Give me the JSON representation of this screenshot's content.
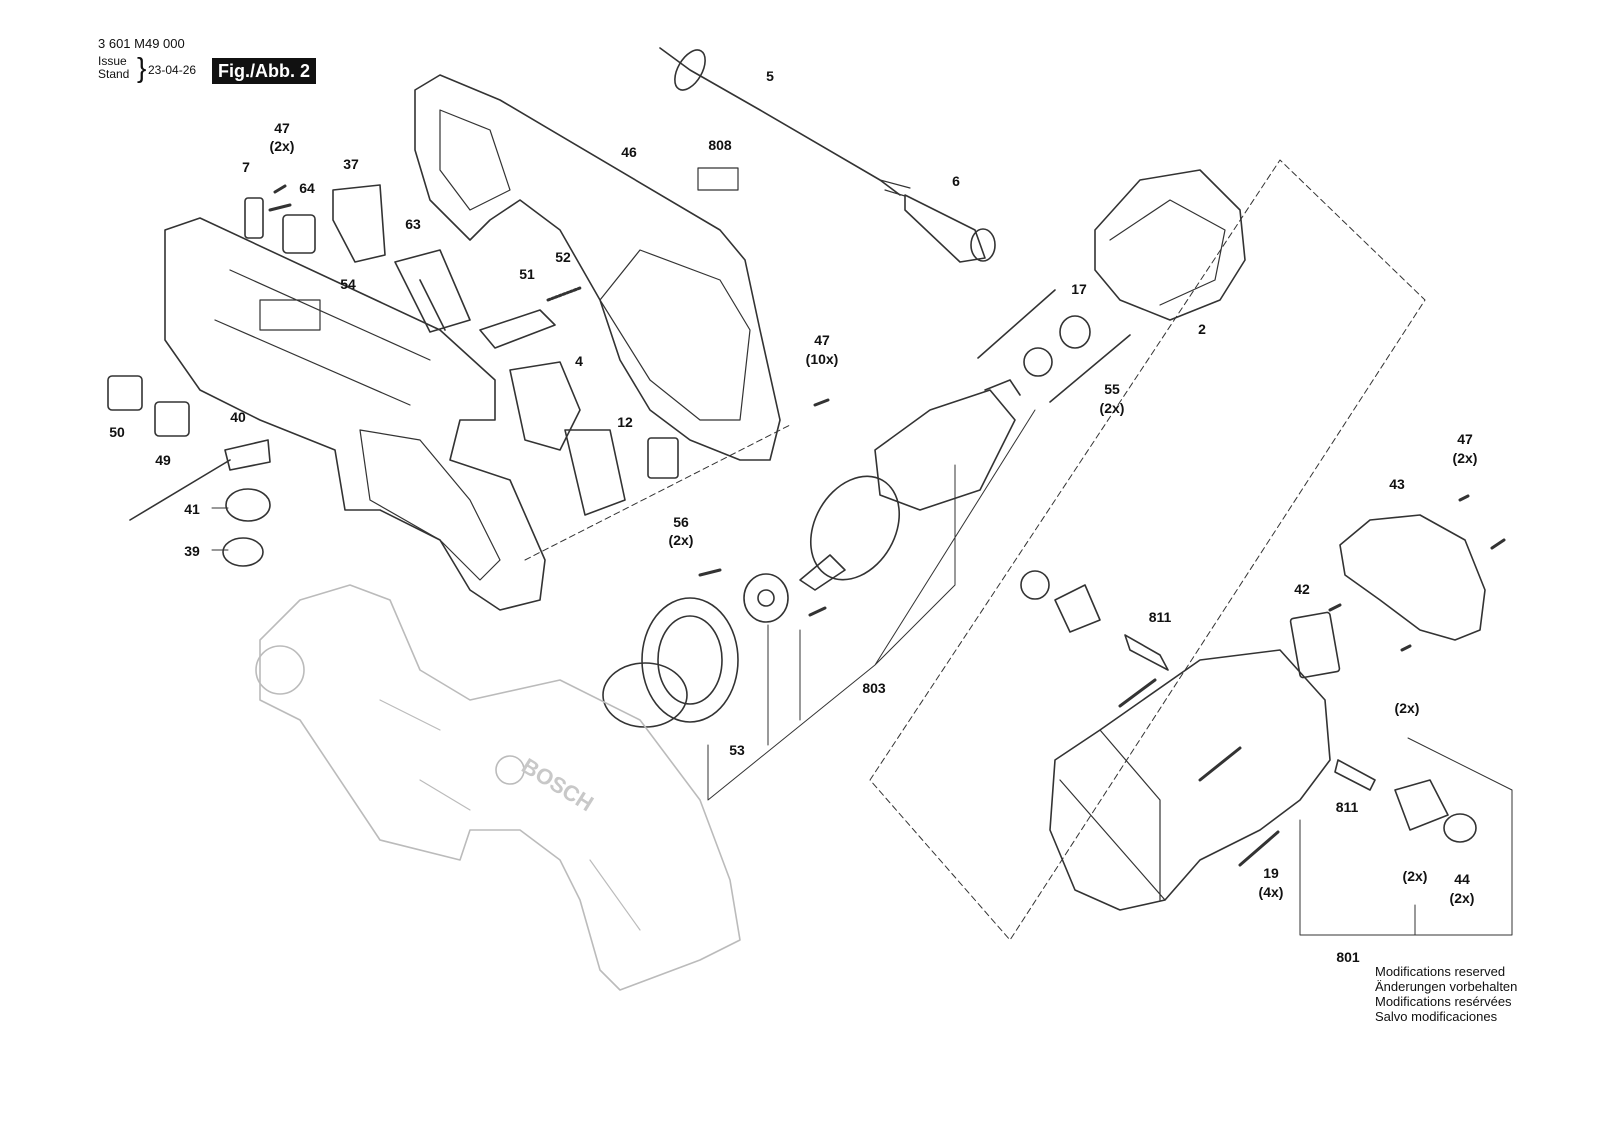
{
  "header": {
    "doc_number": "3 601 M49 000",
    "issue_label": "Issue",
    "stand_label": "Stand",
    "date": "23-04-26",
    "figure_label": "Fig./Abb. 2"
  },
  "modifications": [
    "Modifications reserved",
    "Änderungen vorbehalten",
    "Modifications resérvées",
    "Salvo modificaciones"
  ],
  "parts": {
    "p47a": "47",
    "p47a_q": "(2x)",
    "p7": "7",
    "p64": "64",
    "p37": "37",
    "p63": "63",
    "p46": "46",
    "p808": "808",
    "p5": "5",
    "p6": "6",
    "p51": "51",
    "p52": "52",
    "p54": "54",
    "p4": "4",
    "p12": "12",
    "p50": "50",
    "p49": "49",
    "p40": "40",
    "p41": "41",
    "p39": "39",
    "p17": "17",
    "p2": "2",
    "p55": "55",
    "p55_q": "(2x)",
    "p47b": "47",
    "p47b_q": "(10x)",
    "p56": "56",
    "p56_q": "(2x)",
    "p53": "53",
    "p803": "803",
    "p47c": "47",
    "p47c_q": "(2x)",
    "p43": "43",
    "p42": "42",
    "p811a": "811",
    "p811b": "811",
    "q2x_a": "(2x)",
    "q2x_b": "(2x)",
    "p44": "44",
    "p44_q": "(2x)",
    "p19": "19",
    "p19_q": "(4x)",
    "p801": "801"
  },
  "brand": "BOSCH"
}
